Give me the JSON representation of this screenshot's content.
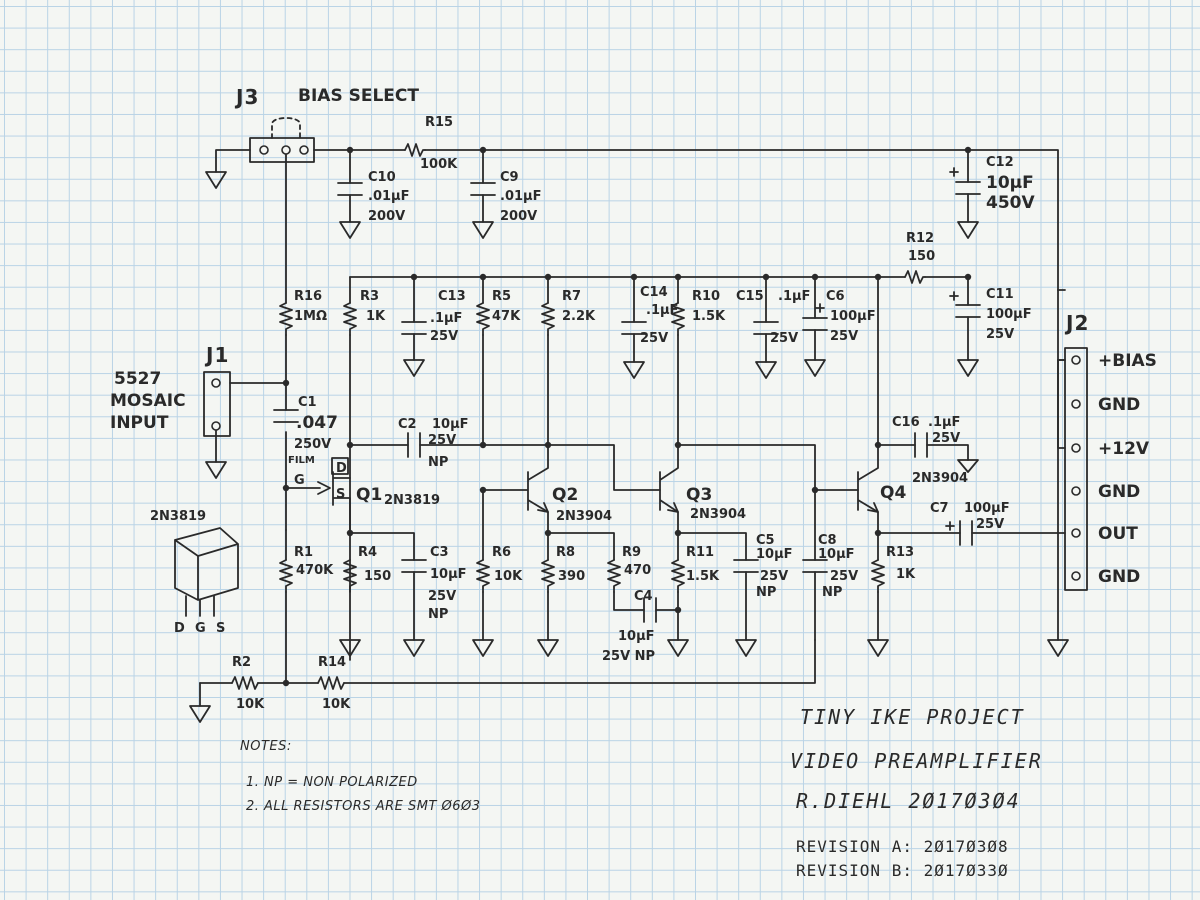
{
  "labels": {
    "j3": "J3",
    "bias_select": "BIAS SELECT",
    "r15": "R15",
    "r15_val": "100K",
    "c10": "C10",
    "c10_val": ".01µF",
    "c10_v": "200V",
    "c9": "C9",
    "c9_val": ".01µF",
    "c9_v": "200V",
    "c12": "C12",
    "c12_val": "10µF",
    "c12_v": "450V",
    "r12": "R12",
    "r12_val": "150",
    "c11": "C11",
    "c11_val": "100µF",
    "c11_v": "25V",
    "r16": "R16",
    "r16_val": "1MΩ",
    "r3": "R3",
    "r3_val": "1K",
    "c13": "C13",
    "c13_val": ".1µF",
    "c13_v": "25V",
    "r5": "R5",
    "r5_val": "47K",
    "r7": "R7",
    "r7_val": "2.2K",
    "c14": "C14",
    "c14_val": ".1µF",
    "c14_v": "25V",
    "r10": "R10",
    "r10_val": "1.5K",
    "c15": "C15",
    "c15_val": ".1µF",
    "c15_v": "25V",
    "c6": "C6",
    "c6_val": "100µF",
    "c6_v": "25V",
    "j1": "J1",
    "input_1": "5527",
    "input_2": "MOSAIC",
    "input_3": "INPUT",
    "c1": "C1",
    "c1_val": ".047",
    "c1_v": "250V",
    "c1_t": "FILM",
    "c2": "C2",
    "c2_val": "10µF",
    "c2_v": "25V",
    "c2_np": "NP",
    "q1": "Q1",
    "q1_type": "2N3819",
    "g": "G",
    "d": "D",
    "s": "S",
    "q2": "Q2",
    "q2_type": "2N3904",
    "q3": "Q3",
    "q3_type": "2N3904",
    "c16": "C16",
    "c16_val": ".1µF",
    "c16_v": "25V",
    "q4": "Q4",
    "q4_type": "2N3904",
    "c7": "C7",
    "c7_val": "100µF",
    "c7_v": "25V",
    "pkg": "2N3819",
    "pkg_d": "D",
    "pkg_g": "G",
    "pkg_s": "S",
    "r1": "R1",
    "r1_val": "470K",
    "r4": "R4",
    "r4_val": "150",
    "c3": "C3",
    "c3_val": "10µF",
    "c3_v": "25V",
    "c3_np": "NP",
    "r6": "R6",
    "r6_val": "10K",
    "r8": "R8",
    "r8_val": "390",
    "r9": "R9",
    "r9_val": "470",
    "c4": "C4",
    "c4_val": "10µF",
    "c4_v": "25V NP",
    "r11": "R11",
    "r11_val": "1.5K",
    "c5": "C5",
    "c5_val": "10µF",
    "c5_v": "25V",
    "c5_np": "NP",
    "c8": "C8",
    "c8_val": "10µF",
    "c8_v": "25V",
    "c8_np": "NP",
    "r13": "R13",
    "r13_val": "1K",
    "r2": "R2",
    "r2_val": "10K",
    "r14": "R14",
    "r14_val": "10K",
    "j2": "J2"
  },
  "connector_j2": [
    "+BIAS",
    "GND",
    "+12V",
    "GND",
    "OUT",
    "GND"
  ],
  "notes": {
    "heading": "NOTES:",
    "items": [
      "1.  NP = NON POLARIZED",
      "2.  ALL RESISTORS ARE SMT Ø6Ø3"
    ]
  },
  "title_block": {
    "project": "TINY IKE PROJECT",
    "title": "VIDEO PREAMPLIFIER",
    "author_date": "R.DIEHL  2Ø17Ø3Ø4",
    "rev_a": "REVISION A:  2Ø17Ø3Ø8",
    "rev_b": "REVISION B:  2Ø17Ø33Ø"
  }
}
